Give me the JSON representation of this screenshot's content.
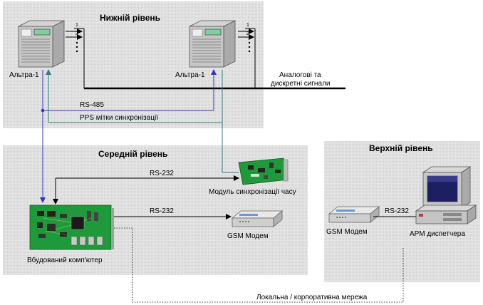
{
  "levels": {
    "lower": "Нижній рівень",
    "middle": "Середній рівень",
    "upper": "Верхній рівень"
  },
  "devices": {
    "altra_left": "Альтра-1",
    "altra_right": "Альтра-1",
    "sync_module": "Модуль синхронізації часу",
    "gsm_modem_middle": "GSM Модем",
    "embedded_computer": "Вбудований комп'ютер",
    "gsm_modem_upper": "GSM Модем",
    "dispatcher_workstation": "АРМ  диспетчера"
  },
  "links": {
    "analog_discrete_line1": "Аналогові та",
    "analog_discrete_line2": "дискретні сигнали",
    "rs485": "RS-485",
    "pps": "PPS мітки синхронізації",
    "rs232_sync": "RS-232",
    "rs232_gsm": "RS-232",
    "rs232_upper": "RS-232",
    "lan": "Локальна / корпоративна  мережа"
  },
  "channel_numbers": [
    "1",
    "2"
  ],
  "colors": {
    "panel": "#e6e6e6",
    "blue_line": "#3333cc",
    "green_line": "#2f7f80",
    "board": "#1f9a3a"
  }
}
